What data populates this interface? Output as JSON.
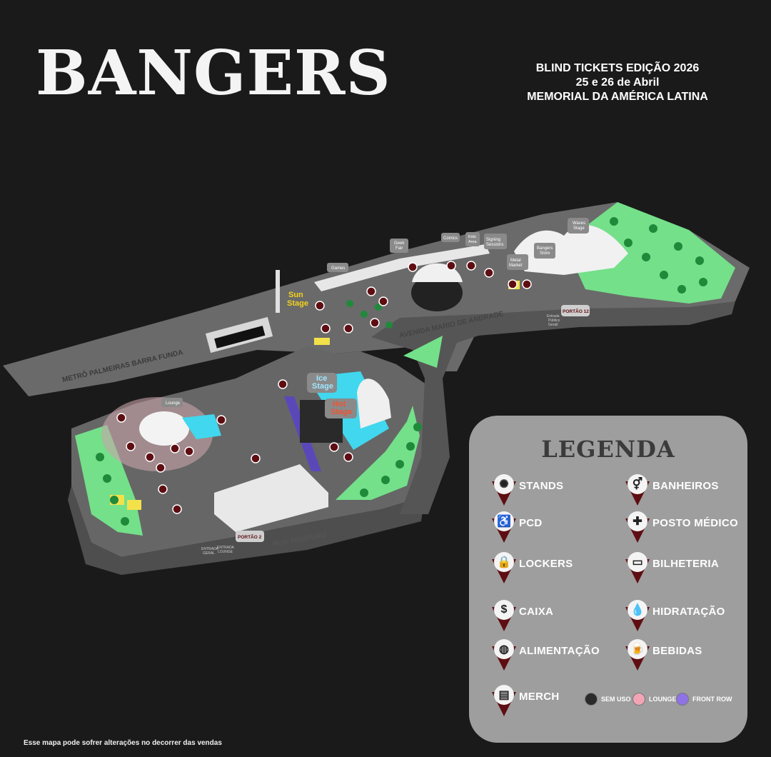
{
  "brand": {
    "logo": "BANGERS"
  },
  "event": {
    "line1": "BLIND TICKETS EDIÇÃO 2026",
    "line2": "25 e 26 de Abril",
    "line3": "MEMORIAL DA AMÉRICA LATINA"
  },
  "map": {
    "streets": {
      "metro": "METRÔ PALMEIRAS BARRA FUNDA",
      "avenida": "AVENIDA MARIO DE ANDRADE",
      "rua": "RUA TAGIPURU"
    },
    "stages": {
      "sun": [
        "Sun",
        "Stage"
      ],
      "ice": [
        "Ice",
        "Stage"
      ],
      "hot": [
        "Hot",
        "Stage"
      ],
      "waves": [
        "Waves",
        "Stage"
      ]
    },
    "areas": {
      "lounge": "Lounge",
      "games": "Games",
      "geek": [
        "Geek",
        "Fair"
      ],
      "comics": "Comics",
      "kids": [
        "Kids",
        "Area"
      ],
      "signing": [
        "Signing",
        "Sessions"
      ],
      "metal": [
        "Metal",
        "Market"
      ],
      "store": [
        "Bangers",
        "Store"
      ]
    },
    "gates": {
      "portao2": "PORTÃO 2",
      "portao12": "PORTÃO 12"
    },
    "entries": {
      "geral": [
        "ENTRADA",
        "GERAL"
      ],
      "lounge": [
        "ENTRADA",
        "LOUNGE"
      ],
      "publico": [
        "Entrada",
        "Público",
        "Geral/"
      ]
    }
  },
  "legend": {
    "title": "LEGENDA",
    "items": [
      {
        "label": "STANDS",
        "icon": "stands-icon",
        "glyph": "✺"
      },
      {
        "label": "BANHEIROS",
        "icon": "restroom-icon",
        "glyph": "⚥"
      },
      {
        "label": "PCD",
        "icon": "wheelchair-icon",
        "glyph": "♿"
      },
      {
        "label": "POSTO MÉDICO",
        "icon": "medical-cross-icon",
        "glyph": "✚"
      },
      {
        "label": "LOCKERS",
        "icon": "lock-icon",
        "glyph": "🔒"
      },
      {
        "label": "BILHETERIA",
        "icon": "ticket-icon",
        "glyph": "▭"
      },
      {
        "label": "CAIXA",
        "icon": "dollar-icon",
        "glyph": "$"
      },
      {
        "label": "HIDRATAÇÃO",
        "icon": "water-drop-icon",
        "glyph": "💧"
      },
      {
        "label": "ALIMENTAÇÃO",
        "icon": "dining-icon",
        "glyph": "◍"
      },
      {
        "label": "BEBIDAS",
        "icon": "beer-mug-icon",
        "glyph": "🍺"
      },
      {
        "label": "MERCH",
        "icon": "merch-icon",
        "glyph": "▤"
      }
    ],
    "zones": [
      {
        "label": "SEM USO",
        "color": "#2a2a2a"
      },
      {
        "label": "LOUNGE",
        "color": "#f2a4b5"
      },
      {
        "label": "FRONT ROW",
        "color": "#8f72e6"
      }
    ]
  },
  "footer": {
    "disclaimer": "Esse mapa pode sofrer alterações no decorrer das vendas"
  },
  "colors": {
    "background": "#1a1a1a",
    "ground": "#6a6a6a",
    "grass": "#74e08a",
    "pin": "#5e0e12",
    "ice": "#41d7ee",
    "sun": "#f2d21b",
    "hot": "#f0532f"
  }
}
